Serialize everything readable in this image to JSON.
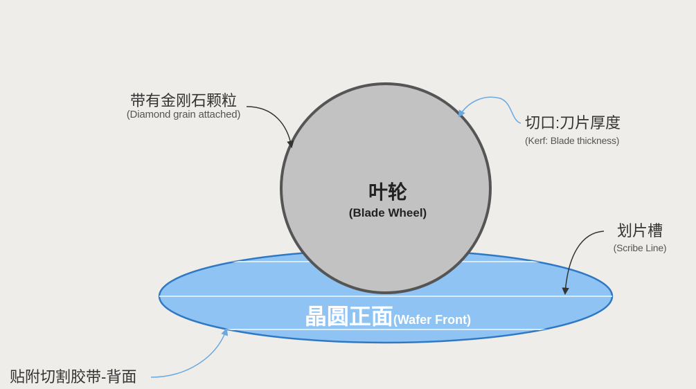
{
  "blade": {
    "label_zh": "叶轮",
    "label_en": "(Blade Wheel)"
  },
  "wafer": {
    "label_zh": "晶圆正面",
    "label_en": "(Wafer Front)"
  },
  "callouts": {
    "diamond": {
      "zh": "带有金刚石颗粒",
      "en": "(Diamond grain attached)"
    },
    "kerf": {
      "zh": "切口:刀片厚度",
      "en": "(Kerf: Blade thickness)"
    },
    "scribe": {
      "zh": "划片槽",
      "en": "(Scribe Line)"
    },
    "tape": {
      "zh": "贴附切割胶带-背面"
    }
  },
  "colors": {
    "background": "#efedea",
    "blade_fill": "#c2c2c2",
    "blade_stroke": "#555555",
    "wafer_fill": "#8fc3f3",
    "wafer_stroke": "#2f78c4",
    "leader_dark": "#333333",
    "leader_blue": "#6aa8e0"
  }
}
